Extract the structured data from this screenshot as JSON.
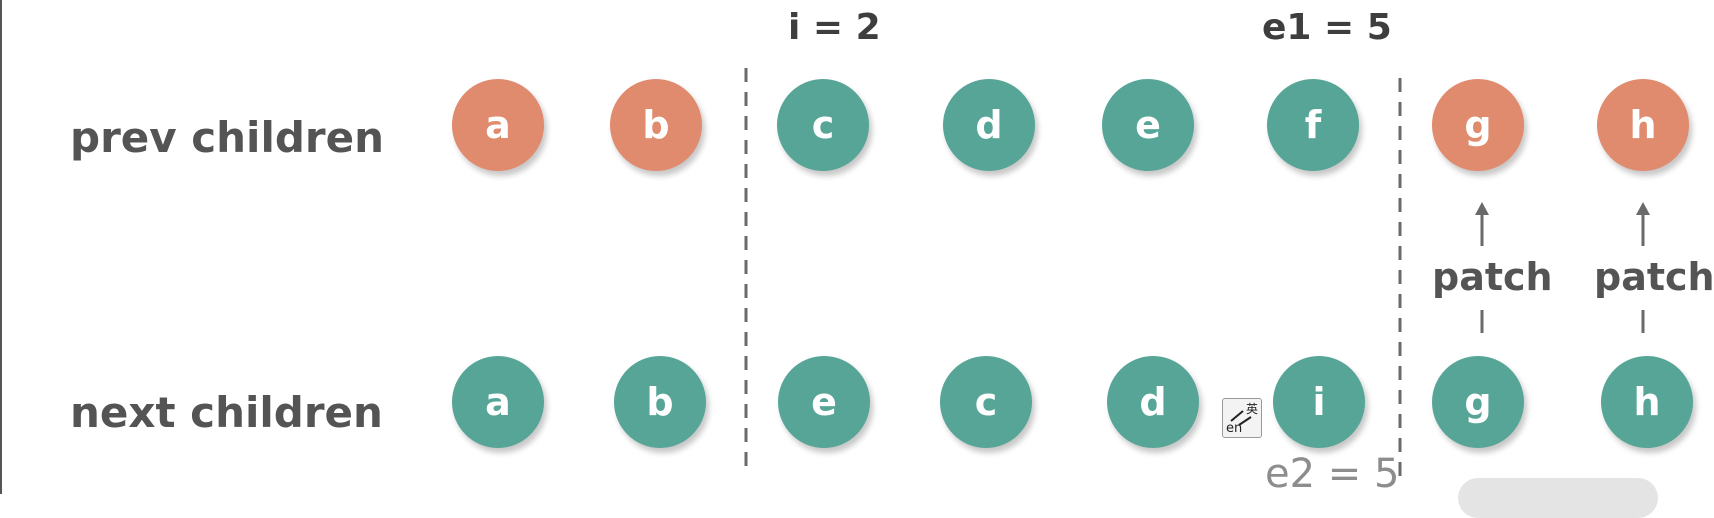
{
  "rows": {
    "prev_label": "prev children",
    "next_label": "next children"
  },
  "prev_nodes": [
    {
      "label": "a",
      "color": "orange"
    },
    {
      "label": "b",
      "color": "orange"
    },
    {
      "label": "c",
      "color": "teal"
    },
    {
      "label": "d",
      "color": "teal"
    },
    {
      "label": "e",
      "color": "teal"
    },
    {
      "label": "f",
      "color": "teal"
    },
    {
      "label": "g",
      "color": "orange"
    },
    {
      "label": "h",
      "color": "orange"
    }
  ],
  "next_nodes": [
    {
      "label": "a",
      "color": "teal"
    },
    {
      "label": "b",
      "color": "teal"
    },
    {
      "label": "e",
      "color": "teal"
    },
    {
      "label": "c",
      "color": "teal"
    },
    {
      "label": "d",
      "color": "teal"
    },
    {
      "label": "i",
      "color": "teal"
    },
    {
      "label": "g",
      "color": "teal"
    },
    {
      "label": "h",
      "color": "teal"
    }
  ],
  "markers": {
    "i": "i = 2",
    "e1": "e1 = 5",
    "e2": "e2 = 5"
  },
  "patch_labels": [
    "patch",
    "patch"
  ],
  "ime": {
    "top": "英",
    "bottom": "en"
  },
  "colors": {
    "orange": "#e08a6e",
    "teal": "#56a597",
    "text": "#545454",
    "dashed": "#6a6a6a"
  }
}
